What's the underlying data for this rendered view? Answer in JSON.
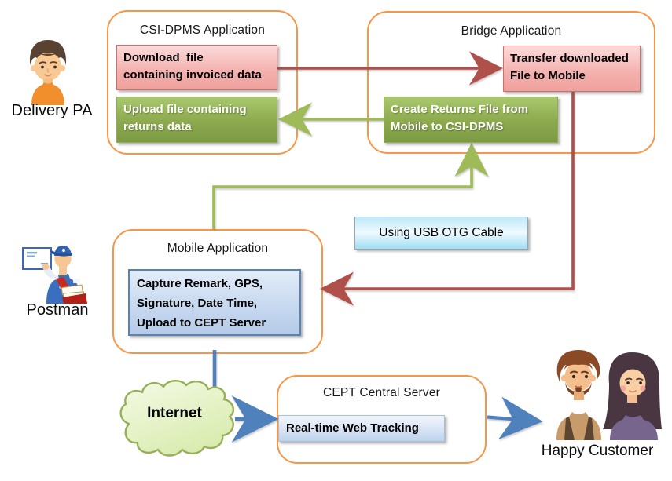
{
  "diagram": {
    "actors": {
      "delivery_pa": {
        "label": "Delivery PA"
      },
      "postman": {
        "label": "Postman"
      },
      "happy_customer": {
        "label": "Happy Customer"
      }
    },
    "containers": {
      "csi_dpms": {
        "title": "CSI-DPMS Application",
        "download_box": "Download  file\ncontaining invoiced data",
        "upload_box": "Upload file containing\nreturns data"
      },
      "bridge": {
        "title": "Bridge Application",
        "transfer_box": "Transfer downloaded\nFile to Mobile",
        "create_returns_box": "Create Returns File from\nMobile to CSI-DPMS"
      },
      "mobile": {
        "title": "Mobile Application",
        "capture_box": "Capture Remark, GPS,\nSignature, Date Time,\nUpload to CEPT Server"
      },
      "cept": {
        "title": "CEPT Central Server",
        "tracking_box": "Real-time Web Tracking"
      }
    },
    "notes": {
      "usb_otg": "Using USB OTG Cable"
    },
    "cloud": {
      "label": "Internet"
    },
    "colors": {
      "container_border": "#F79646",
      "pink_box_fill": "#F3B0AD",
      "pink_box_border": "#CE6F6C",
      "green_box_fill": "#8CA94E",
      "blue_box_fill": "#CCDCF1",
      "blue_box_border": "#5A82B4",
      "cyan_box_fill": "#BFE9F7",
      "red_arrow": "#B0504B",
      "green_arrow": "#9FBA58",
      "blue_arrow": "#4F81BD",
      "cloud_fill": "#E7F3C6",
      "cloud_border": "#97B058"
    }
  }
}
